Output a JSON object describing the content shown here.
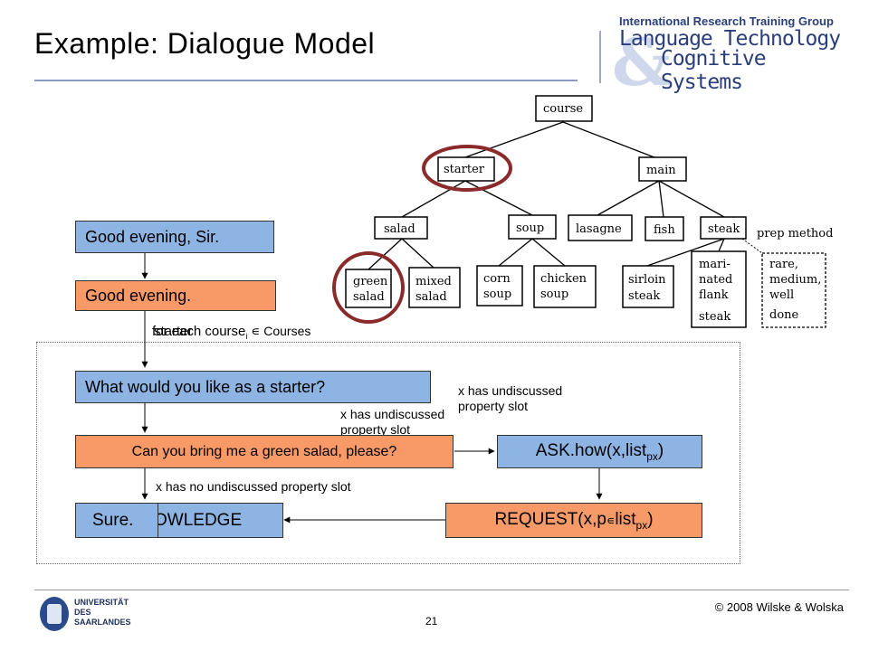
{
  "title": "Example: Dialogue Model",
  "logo": {
    "line1": "International Research Training Group",
    "line2": "Language Technology",
    "amp": "&",
    "line3": "Cognitive Systems"
  },
  "dialogue": {
    "greet_sys": "Good evening, Sir.",
    "greet_user": "Good evening.",
    "loop_label_a": "for each course",
    "loop_label_sub": "i",
    "loop_label_b": " ∊ Courses",
    "overlap_label": "starter",
    "question": "What would you like as a starter?",
    "cond_right": "x has undiscussed property slot",
    "cond_mid": "x has undiscussed property slot",
    "answer": "Can you bring me a green salad, please?",
    "ask_main": "ASK.how(x,list",
    "ask_sub": "px",
    "ask_end": ")",
    "cond_none": "x has no undiscussed property slot",
    "ack_visible": "OWLEDGE",
    "sure": "Sure.",
    "request_main": "REQUEST(x,p",
    "request_sym": "∊",
    "request_list": "list",
    "request_sub": "px",
    "request_end": ")"
  },
  "tree": {
    "course": "course",
    "starter": "starter",
    "main": "main",
    "salad": "salad",
    "soup": "soup",
    "lasagne": "lasagne",
    "fish": "fish",
    "steak": "steak",
    "prep_method": "prep method",
    "green_salad": [
      "green",
      "salad"
    ],
    "mixed_salad": [
      "mixed",
      "salad"
    ],
    "corn_soup": [
      "corn",
      "soup"
    ],
    "chicken_soup": [
      "chicken",
      "soup"
    ],
    "sirloin_steak": [
      "sirloin",
      "steak"
    ],
    "flank_steak": [
      "mari-",
      "nated",
      "flank",
      "steak"
    ],
    "prep_options": [
      "rare,",
      "medium,",
      "well",
      "done"
    ]
  },
  "footer": {
    "copyright": "© 2008 Wilske & Wolska",
    "page": "21",
    "university": [
      "UNIVERSITÄT",
      "DES",
      "SAARLANDES"
    ]
  },
  "colors": {
    "system_box": "#8db4e2",
    "user_box": "#f79a68",
    "highlight_circle": "#8b2a2a"
  }
}
